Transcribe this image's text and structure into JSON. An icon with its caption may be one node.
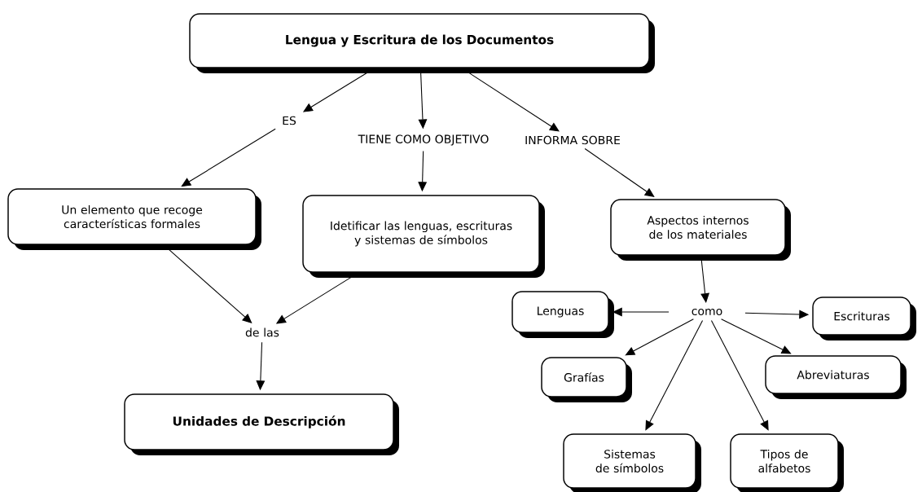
{
  "diagram": {
    "nodes": [
      {
        "text": [
          "Lengua y Escritura de los Documentos"
        ]
      },
      {
        "text": [
          "ES"
        ]
      },
      {
        "text": [
          "TIENE COMO OBJETIVO"
        ]
      },
      {
        "text": [
          "INFORMA SOBRE"
        ]
      },
      {
        "text": [
          "Un elemento que recoge características formales"
        ]
      },
      {
        "text": [
          "Idetificar las lenguas, escrituras y sistemas de símbolos"
        ]
      },
      {
        "text": [
          "Aspectos internos de los materiales"
        ]
      },
      {
        "text": [
          "de las"
        ]
      },
      {
        "text": [
          "como"
        ]
      },
      {
        "text": [
          "Lenguas"
        ]
      },
      {
        "text": [
          "Escrituras"
        ]
      },
      {
        "text": [
          "Grafías"
        ]
      },
      {
        "text": [
          "Abreviaturas"
        ]
      },
      {
        "text": [
          "Unidades de Descripción"
        ]
      },
      {
        "text": [
          "Sistemas de símbolos"
        ]
      },
      {
        "text": [
          "Tipos de alfabetos"
        ]
      }
    ],
    "edges": [
      {
        "from": 0,
        "to": 1,
        "arrow": "to"
      },
      {
        "from": 0,
        "to": 2,
        "arrow": "to"
      },
      {
        "from": 0,
        "to": 3,
        "arrow": "to"
      },
      {
        "from": 1,
        "to": 4,
        "arrow": "to"
      },
      {
        "from": 2,
        "to": 5,
        "arrow": "to"
      },
      {
        "from": 3,
        "to": 6,
        "arrow": "to"
      },
      {
        "from": 4,
        "to": 7,
        "arrow": "to"
      },
      {
        "from": 5,
        "to": 7,
        "arrow": "to"
      },
      {
        "from": 7,
        "to": 13,
        "arrow": "to"
      },
      {
        "from": 6,
        "to": 8,
        "arrow": "to"
      },
      {
        "from": 8,
        "to": 9,
        "arrow": "to"
      },
      {
        "from": 8,
        "to": 10,
        "arrow": "to"
      },
      {
        "from": 8,
        "to": 11,
        "arrow": "to"
      },
      {
        "from": 8,
        "to": 12,
        "arrow": "to"
      },
      {
        "from": 8,
        "to": 14,
        "arrow": "to"
      },
      {
        "from": 8,
        "to": 15,
        "arrow": "to"
      }
    ]
  }
}
